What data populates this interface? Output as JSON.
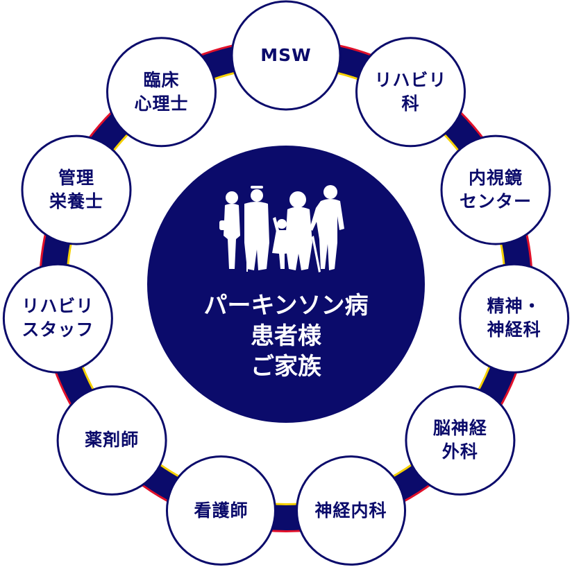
{
  "colors": {
    "navy": "#0b0b6b",
    "red": "#e0102a",
    "yellow": "#f5d000",
    "white": "#ffffff"
  },
  "center": {
    "icon": "family-silhouette-icon",
    "lines": [
      "パーキンソン病",
      "患者様",
      "ご家族"
    ]
  },
  "nodes": [
    {
      "label": "MSW"
    },
    {
      "label": "リハビリ\n科"
    },
    {
      "label": "内視鏡\nセンター"
    },
    {
      "label": "精神・\n神経科"
    },
    {
      "label": "脳神経\n外科"
    },
    {
      "label": "神経内科"
    },
    {
      "label": "看護師"
    },
    {
      "label": "薬剤師"
    },
    {
      "label": "リハビリ\nスタッフ"
    },
    {
      "label": "管理\n栄養士"
    },
    {
      "label": "臨床\n心理士"
    }
  ]
}
